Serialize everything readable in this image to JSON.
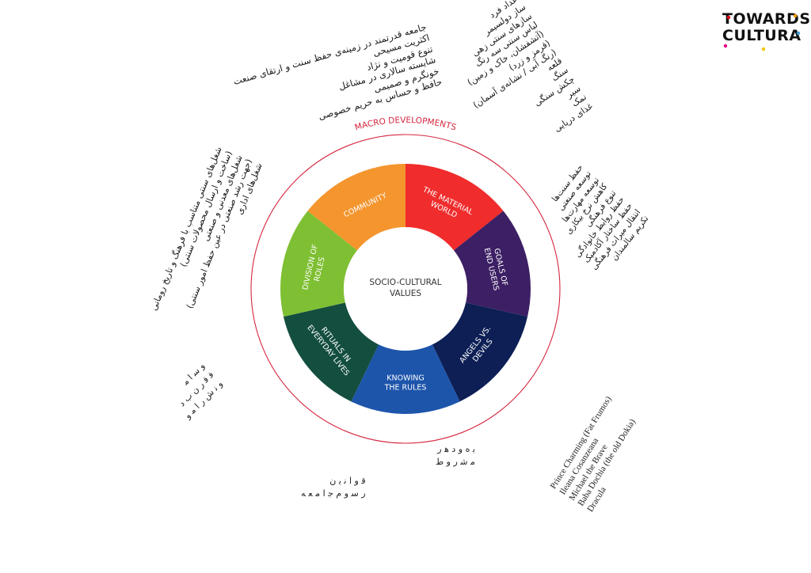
{
  "logo": {
    "line1": "TOWARDS",
    "line2": "CULTURA",
    "dot_colors": [
      "#e30613",
      "#f59c00",
      "#3f9cd6",
      "#f2c400",
      "#e6007e"
    ]
  },
  "diagram": {
    "outer_ring_label": "MACRO DEVELOPMENTS",
    "center_label_line1": "SOCIO-CULTURAL",
    "center_label_line2": "VALUES",
    "ring_color": "#d6263f",
    "segments": [
      {
        "lines": [
          "THE MATERIAL",
          "WORLD"
        ],
        "color": "#f02c2c"
      },
      {
        "lines": [
          "GOALS OF",
          "END USERS"
        ],
        "color": "#3c1f64"
      },
      {
        "lines": [
          "ANGELS VS.",
          "DEVILS"
        ],
        "color": "#0d1f55"
      },
      {
        "lines": [
          "KNOWING",
          "THE RULES"
        ],
        "color": "#1d55ab"
      },
      {
        "lines": [
          "RITUALS IN",
          "EVERYDAY LIVES"
        ],
        "color": "#134e3f"
      },
      {
        "lines": [
          "DIVISION OF",
          "ROLES"
        ],
        "color": "#7fbf33"
      },
      {
        "lines": [
          "COMMUNITY"
        ],
        "color": "#f4952e"
      }
    ]
  },
  "annotations": {
    "community": [
      "جامعه قدرتمند در زمینه‌ی حفظ سنت و ارتقای صنعت",
      "اکثریت مسیحی",
      "تنوع قومیت و نژاد",
      "شایسته سالاری در مشاغل",
      "خونگرم و صمیمی",
      "حافظ و حساس به حریم خصوصی"
    ],
    "material_world": [
      "اعداد فرد",
      "ساز دولسیمر",
      "سازهای سنتی زهی",
      "لباس سنتی سه رنگ",
      "(آتشفشان، خاک و زمین)",
      "(قرمز و زرد)",
      "(رنگ آبی / نشانه‌ی آسمان)",
      "قلعه",
      "سنگ",
      "چکش سنگی",
      "سیر",
      "نمک",
      "غذای دریایی"
    ],
    "goals": [
      "حفظ سنت‌ها",
      "توسعه صنعتی",
      "توسعه مهارت‌ها",
      "کاهش نرخ بیکاری",
      "تنوع فرهنگی",
      "حفظ روابط خانوادگی",
      "حفظ ساختار آکادمیک",
      "انتقال میراث فرهنگی",
      "تکریم سالمندان"
    ],
    "division": [
      "شغل‌های سنتی متناسب با فرهنگ و تاریخ رومانی",
      "(ساخت و ارسال محصولات سنتی)",
      "شغل‌های معدنی و صنعتی",
      "(جهت رشد صنعتی در عین حفظ امور سنتی)",
      "شغل‌های اداری"
    ],
    "angels_devils": [
      "Prince Charming (Fat Frumos)",
      "Ileana Cosanzeana",
      "Michael the Brave",
      "Baba Dochia (the old Dokia)",
      "Dracula"
    ]
  },
  "squiggle_text": {
    "rituals": [
      "ﻭ ﺳ ﺍ ﻣ",
      "ﻓ ﻗ ﺭ ﻥ ﺏ ﺩ",
      "ﻭ ﻧ ﺵ ﺭ ﺍ ﻣ ﻭ"
    ],
    "rules": [
      "ﻗ ﻭ ﺍ ﻧ ﻳ ﻥ",
      "ﺭ ﺳ ﻭ ﻡ ﺟ ﺍ ﻣ ﻌ ﻪ"
    ],
    "knowing": [
      "ﺑ ﻩ ﻭ ﺩ ﻫ ﺭ",
      "ﻣ ﺷ ﺭ ﻭ ﻁ"
    ]
  }
}
